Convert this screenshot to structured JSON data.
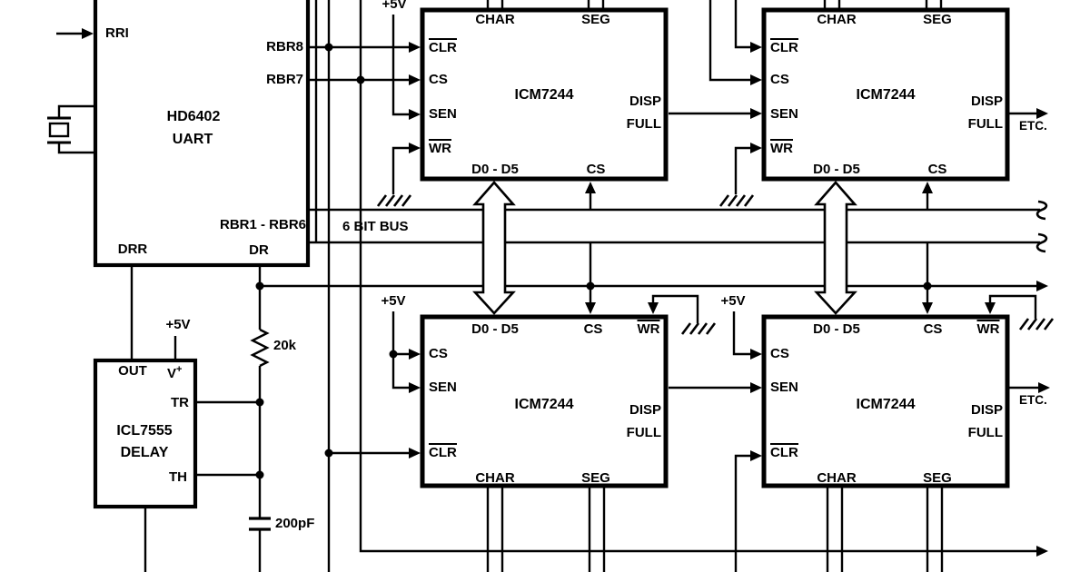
{
  "colors": {
    "ink": "#000000",
    "paper": "#ffffff"
  },
  "uart": {
    "part": "HD6402",
    "device": "UART",
    "rri": "RRI",
    "rbr8": "RBR8",
    "rbr7": "RBR7",
    "rbr_bus": "RBR1 - RBR6",
    "dr": "DR",
    "drr": "DRR"
  },
  "timer": {
    "part": "ICL7555",
    "device": "DELAY",
    "out": "OUT",
    "v": "V",
    "v_sup": "+",
    "tr": "TR",
    "th": "TH",
    "supply": "+5V"
  },
  "bus_label": "6 BIT BUS",
  "resistor": "20k",
  "capacitor": "200pF",
  "supply_top": "+5V",
  "supply_bottom_left": "+5V",
  "supply_bottom_right": "+5V",
  "etc_top": "ETC.",
  "etc_bottom": "ETC.",
  "chips": [
    {
      "part": "ICM7244",
      "char": "CHAR",
      "seg": "SEG",
      "clr": "CLR",
      "cs": "CS",
      "sen": "SEN",
      "wr": "WR",
      "data": "D0 - D5",
      "cs2": "CS",
      "disp": "DISP",
      "full": "FULL"
    },
    {
      "part": "ICM7244",
      "char": "CHAR",
      "seg": "SEG",
      "clr": "CLR",
      "cs": "CS",
      "sen": "SEN",
      "wr": "WR",
      "data": "D0 - D5",
      "cs2": "CS",
      "disp": "DISP",
      "full": "FULL"
    },
    {
      "part": "ICM7244",
      "char": "CHAR",
      "seg": "SEG",
      "clr": "CLR",
      "cs": "CS",
      "sen": "SEN",
      "wr": "WR",
      "data": "D0 - D5",
      "cs2": "CS",
      "disp": "DISP",
      "full": "FULL"
    },
    {
      "part": "ICM7244",
      "char": "CHAR",
      "seg": "SEG",
      "clr": "CLR",
      "cs": "CS",
      "sen": "SEN",
      "wr": "WR",
      "data": "D0 - D5",
      "cs2": "CS",
      "disp": "DISP",
      "full": "FULL"
    }
  ]
}
